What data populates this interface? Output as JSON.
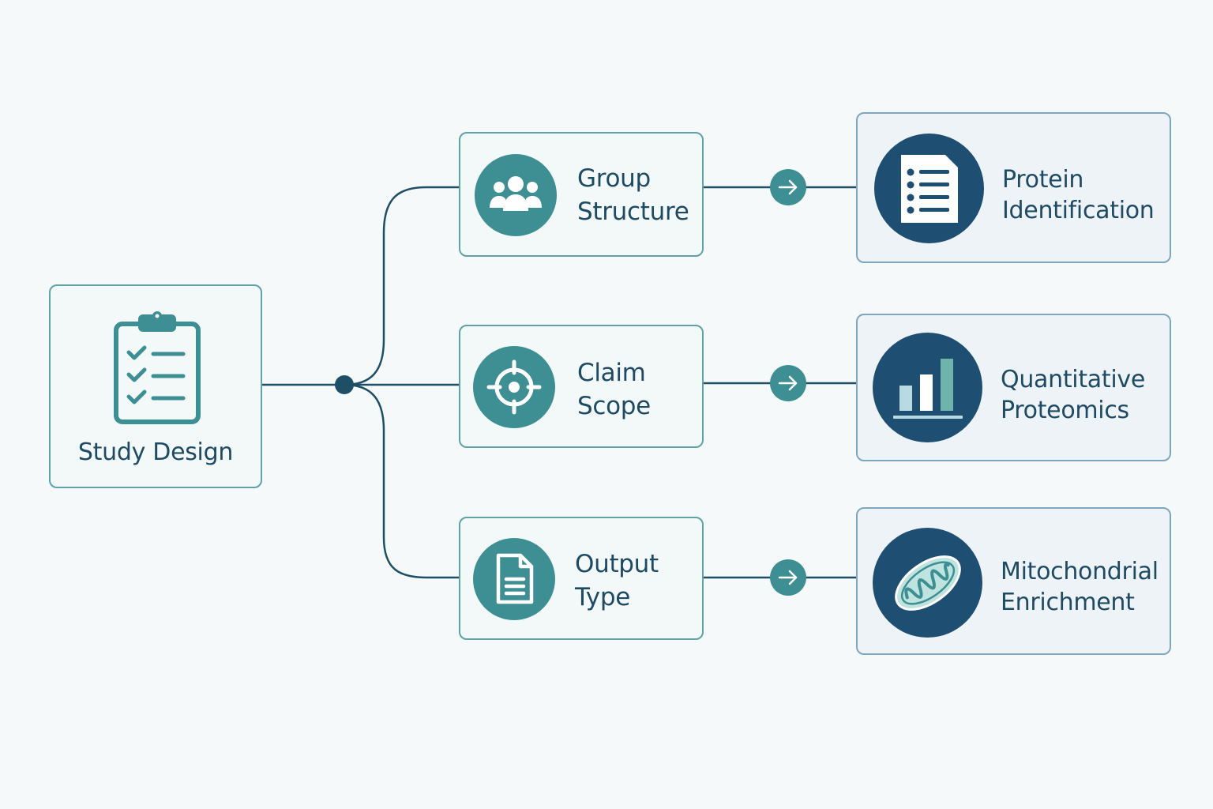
{
  "colors": {
    "background": "#f6f9fa",
    "teal": "#3d8f93",
    "navy": "#1f4e73",
    "connector": "#1f4f66",
    "text": "#1f4a63"
  },
  "root": {
    "label": "Study Design",
    "icon": "clipboard-checklist-icon"
  },
  "middle": [
    {
      "label_lines": [
        "Group",
        "Structure"
      ],
      "icon": "users-group-icon"
    },
    {
      "label_lines": [
        "Claim",
        "Scope"
      ],
      "icon": "crosshair-target-icon"
    },
    {
      "label_lines": [
        "Output",
        "Type"
      ],
      "icon": "document-icon"
    }
  ],
  "right": [
    {
      "label_lines": [
        "Protein",
        "Identification"
      ],
      "icon": "list-document-icon"
    },
    {
      "label_lines": [
        "Quantitative",
        "Proteomics"
      ],
      "icon": "bar-chart-icon"
    },
    {
      "label_lines": [
        "Mitochondrial",
        "Enrichment"
      ],
      "icon": "mitochondrion-icon"
    }
  ],
  "arrow_icon": "arrow-right-icon"
}
